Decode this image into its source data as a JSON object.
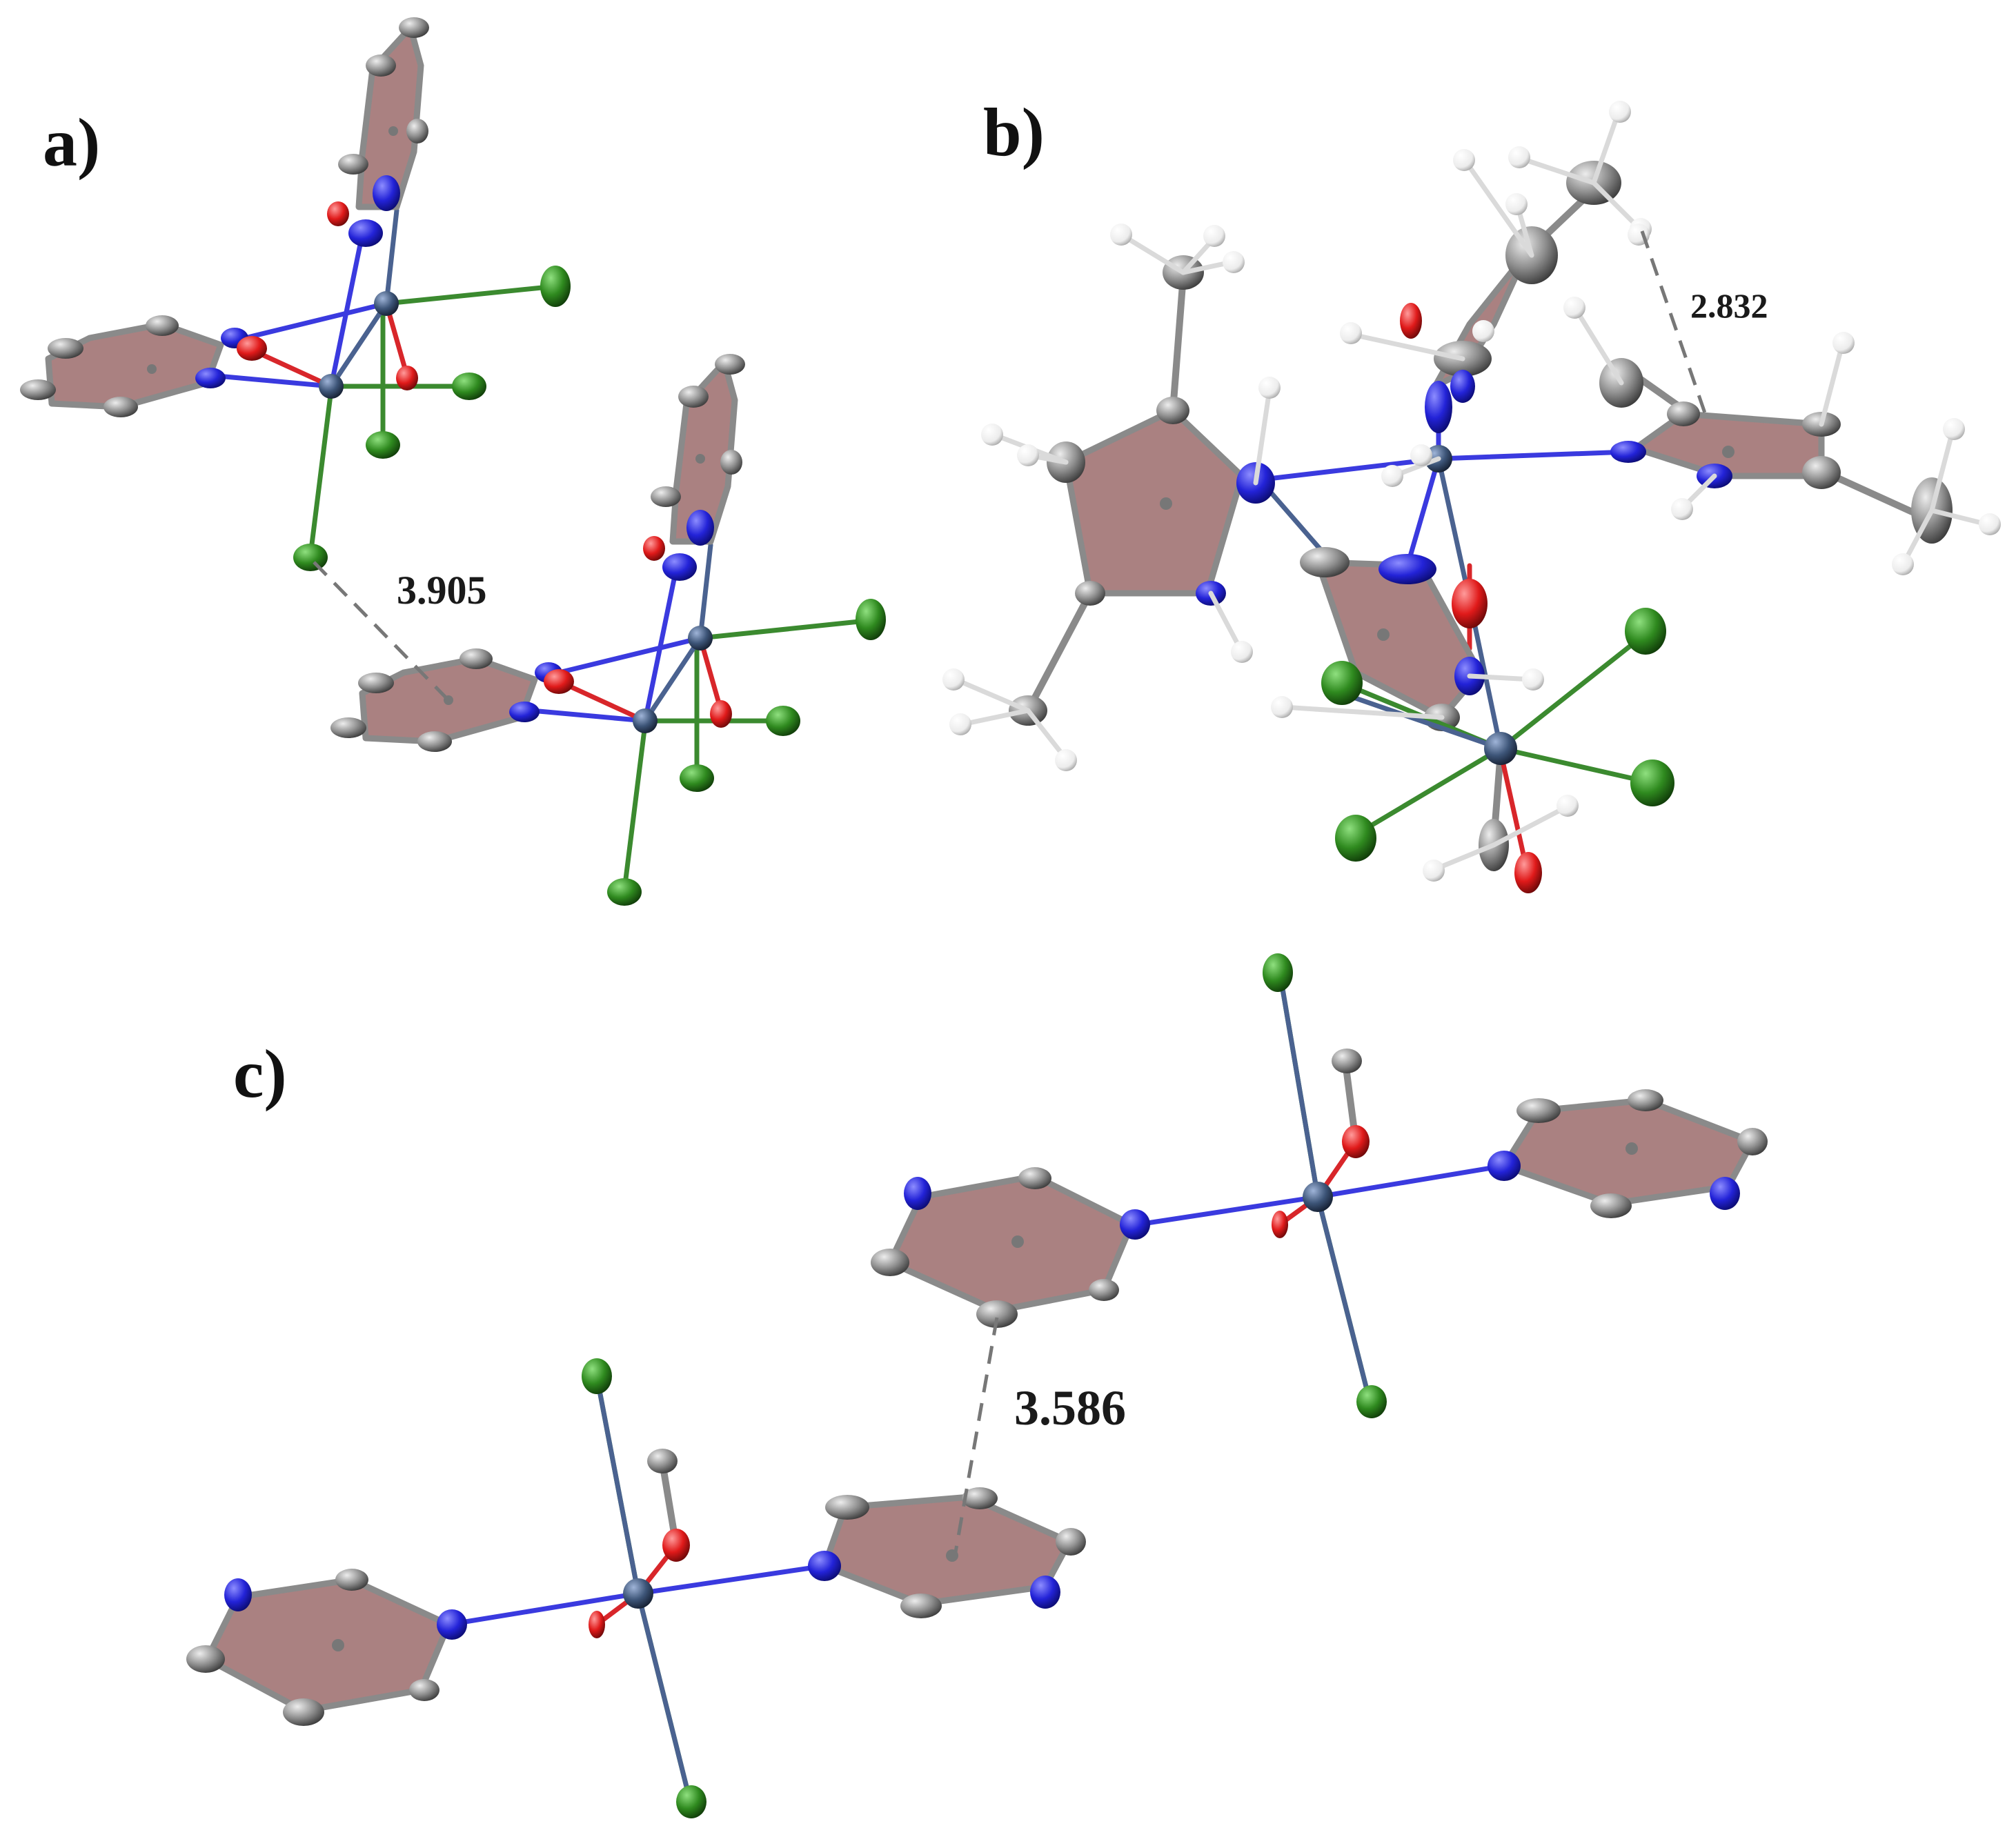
{
  "figure": {
    "panels": [
      {
        "label": "a)",
        "contact_distance": "3.905"
      },
      {
        "label": "b)",
        "contact_distance": "2.832"
      },
      {
        "label": "c)",
        "contact_distance": "3.586"
      }
    ]
  },
  "colors": {
    "carbon": "#8c8c8c",
    "nitrogen": "#2323d8",
    "oxygen": "#e01a1a",
    "chlorine": "#2f8a1f",
    "metal": "#3d5578",
    "hydrogen": "#f2f2f2",
    "ring_fill": "#9b6b6b"
  }
}
